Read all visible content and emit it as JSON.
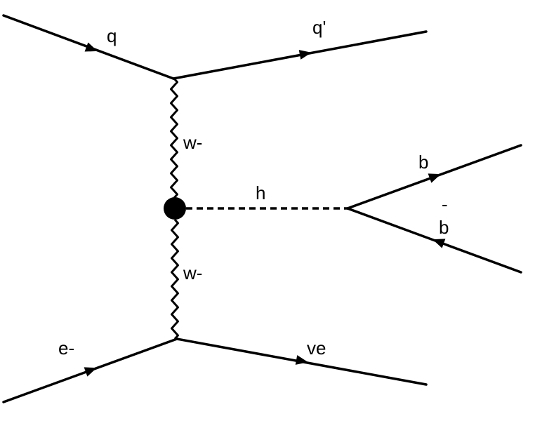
{
  "diagram": {
    "particles": {
      "q": "q",
      "q_prime": "q'",
      "w_upper": "w-",
      "w_lower": "w-",
      "higgs": "h",
      "b": "b",
      "b_bar_letter": "b",
      "b_bar_bar": "-",
      "electron": "e-",
      "neutrino": "ve"
    },
    "colors": {
      "ink": "#000000",
      "background": "#ffffff"
    }
  }
}
